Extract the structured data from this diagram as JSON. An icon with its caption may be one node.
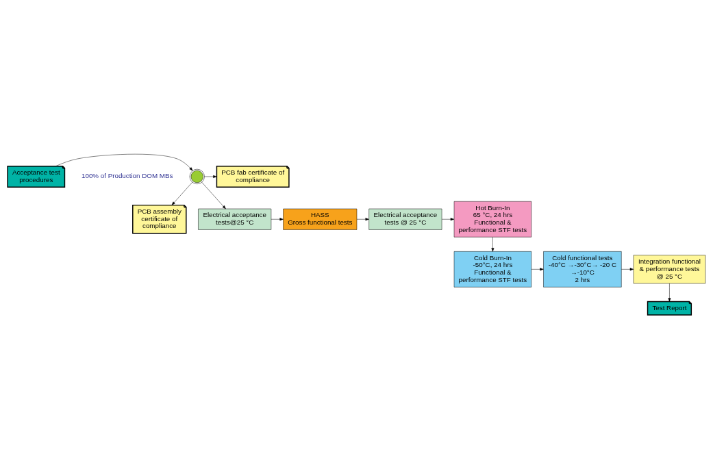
{
  "diagram": {
    "nodes": [
      {
        "text": [
          "PCB fab certificate of compliance"
        ]
      },
      {
        "text": [],
        "shape": "circle"
      },
      {
        "text": [
          "Acceptance test procedures"
        ]
      },
      {
        "text": [
          "PCB assembly certificate of compliance"
        ]
      },
      {
        "text": [
          "Electrical acceptance tests@25 °C"
        ]
      },
      {
        "text": [
          "HASS",
          "Gross functional tests"
        ]
      },
      {
        "text": [
          "Electrical acceptance tests @ 25 °C"
        ]
      },
      {
        "text": [
          "Hot Burn-In",
          "65 °C, 24 hrs",
          "Functional & performance STF tests"
        ]
      },
      {
        "text": [
          "Cold Burn-In",
          "-50°C, 24 hrs",
          "Functional & performance STF tests"
        ]
      },
      {
        "text": [
          "Cold functional tests",
          "-40°C →-30°C→ -20 C →-10°C",
          "2 hrs"
        ]
      },
      {
        "text": [
          "Integration functional & performance tests",
          "@ 25 °C"
        ]
      },
      {
        "text": [
          "Test Report"
        ]
      }
    ],
    "edges": [
      {
        "from": 2,
        "to": 1,
        "arrow": "to"
      },
      {
        "from": 1,
        "to": 0,
        "arrow": "to"
      },
      {
        "from": 1,
        "to": 3,
        "arrow": "to"
      },
      {
        "from": 1,
        "to": 4,
        "arrow": "to"
      },
      {
        "from": 4,
        "to": 5,
        "arrow": "to"
      },
      {
        "from": 5,
        "to": 6,
        "arrow": "to"
      },
      {
        "from": 6,
        "to": 7,
        "arrow": "to"
      },
      {
        "from": 7,
        "to": 8,
        "arrow": "to"
      },
      {
        "from": 8,
        "to": 9,
        "arrow": "to"
      },
      {
        "from": 9,
        "to": 10,
        "arrow": "to"
      },
      {
        "from": 10,
        "to": 11,
        "arrow": "to"
      }
    ],
    "labels": [
      "100% of Production DOM MBs"
    ]
  }
}
